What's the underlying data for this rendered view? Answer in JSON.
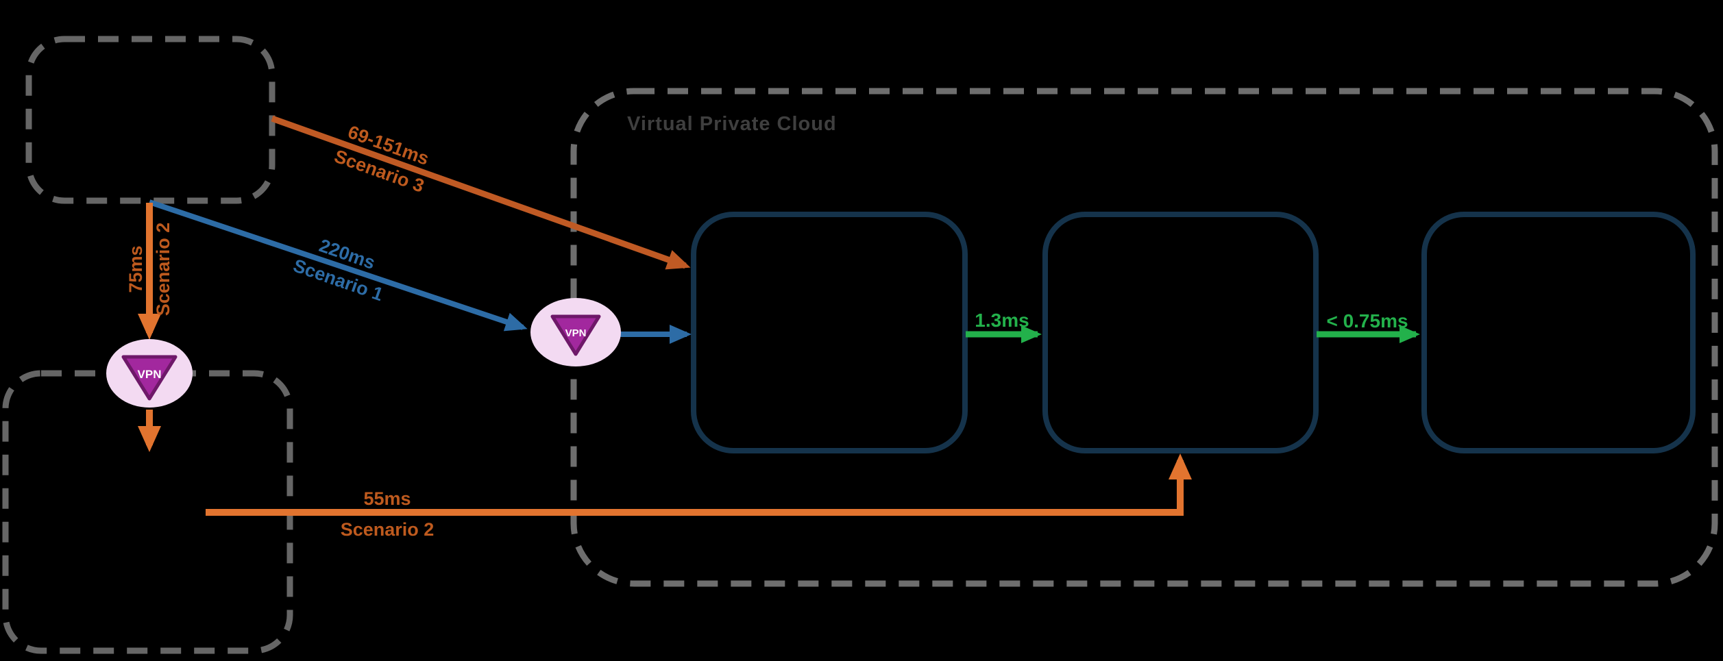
{
  "vpc": {
    "label": "Virtual Private Cloud"
  },
  "vpn": {
    "label": "VPN"
  },
  "connectors": {
    "scenario1": {
      "latency": "220ms",
      "name": "Scenario 1"
    },
    "scenario2_to_vpn": {
      "latency": "75ms",
      "name": "Scenario 2"
    },
    "scenario2_to_vpc": {
      "latency": "55ms",
      "name": "Scenario 2"
    },
    "scenario3": {
      "latency": "69-151ms",
      "name": "Scenario 3"
    },
    "vpc_hop_1": {
      "latency": "1.3ms"
    },
    "vpc_hop_2": {
      "latency": "< 0.75ms"
    }
  },
  "colors": {
    "background": "#000000",
    "dashed_border_gray": "#666666",
    "vpc_border_gray": "#6E6E6E",
    "vpc_title_gray": "#3F3F3F",
    "node_border_navy": "#15334B",
    "orange_bright": "#E2742F",
    "orange_dark": "#C05A24",
    "orange_label": "#BE5A1E",
    "blue": "#2D6CA6",
    "green": "#23B14B",
    "vpn_circle_pink": "#F3DAF2",
    "vpn_triangle_purple": "#A2289E",
    "vpn_triangle_border": "#6E1869"
  }
}
